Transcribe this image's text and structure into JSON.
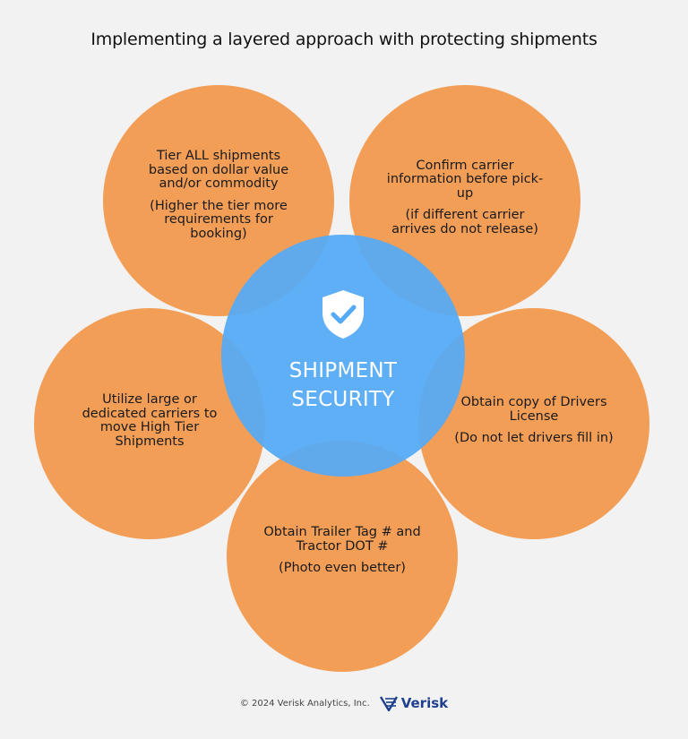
{
  "title": "Implementing a layered approach with protecting shipments",
  "center": {
    "line1": "SHIPMENT",
    "line2": "SECURITY",
    "icon": "shield-check-icon"
  },
  "circles": [
    {
      "main": "Tier ALL shipments based on dollar value and/or commodity",
      "sub": "(Higher the tier more requirements for booking)"
    },
    {
      "main": "Confirm carrier information before pick-up",
      "sub": "(if different carrier arrives do not release)"
    },
    {
      "main": "Utilize large or dedicated carriers to move High Tier Shipments",
      "sub": ""
    },
    {
      "main": "Obtain copy of Drivers License",
      "sub": "(Do not let drivers fill in)"
    },
    {
      "main": "Obtain Trailer Tag # and Tractor DOT #",
      "sub": "(Photo even better)"
    }
  ],
  "footer": {
    "copyright": "© 2024 Verisk Analytics, Inc.",
    "logo_text": "Verisk",
    "logo_icon": "verisk-logo-icon"
  },
  "colors": {
    "background": "#f2f2f2",
    "outer_circle": "#f2994e",
    "center_circle": "#54aaf6",
    "logo": "#1f3f8f"
  }
}
